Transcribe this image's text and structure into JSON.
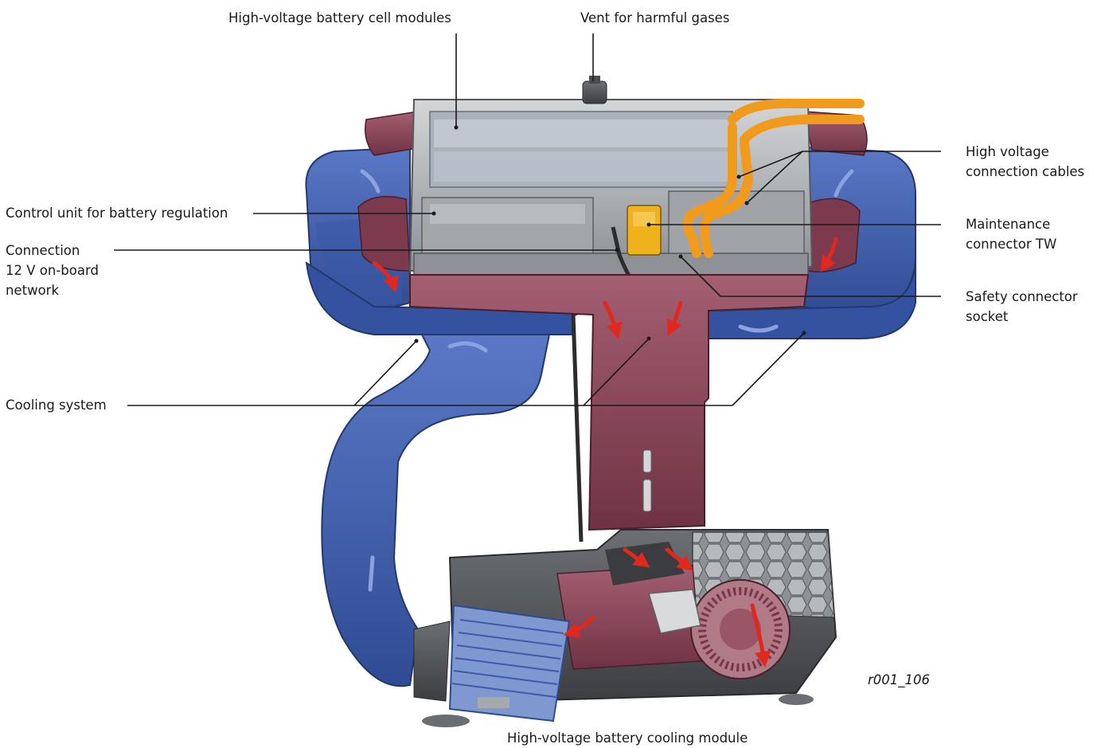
{
  "labels": {
    "cell_modules": "High-voltage battery cell modules",
    "vent": "Vent for harmful gases",
    "hv_cables": [
      "High voltage",
      "connection cables"
    ],
    "control_unit": "Control unit for battery regulation",
    "connection_12v": [
      "Connection",
      "12 V on-board",
      "network"
    ],
    "maintenance": [
      "Maintenance",
      "connector TW"
    ],
    "safety": [
      "Safety connector",
      "socket"
    ],
    "cooling": "Cooling system"
  },
  "figure_id": "r001_106",
  "caption": "High-voltage battery cooling module",
  "colors": {
    "duct_blue": "#3f5fae",
    "duct_maroon": "#8c4a5c",
    "hv_cable_orange": "#f29a1b",
    "connector_yellow": "#f0b21c",
    "airflow_red": "#e0281e",
    "housing_gray": "#9a9ea2",
    "leader_line": "#1a1a1a"
  }
}
